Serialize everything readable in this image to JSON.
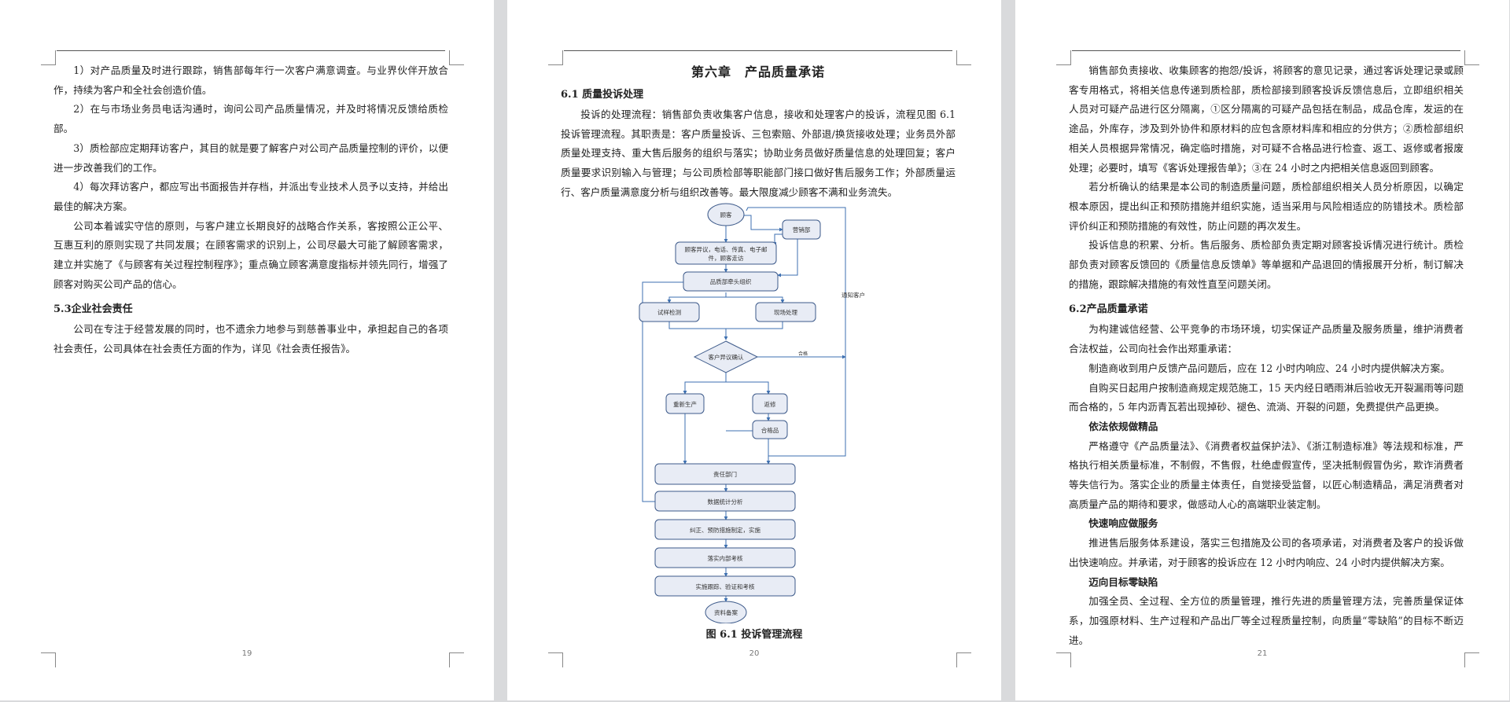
{
  "pages": [
    {
      "number": "19",
      "paragraphs": [
        "1）对产品质量及时进行跟踪，销售部每年行一次客户满意调查。与业界伙伴开放合作，持续为客户和全社会创造价值。",
        "2）在与市场业务员电话沟通时，询问公司产品质量情况，并及时将情况反馈给质检部。",
        "3）质检部应定期拜访客户，其目的就是要了解客户对公司产品质量控制的评价，以便进一步改善我们的工作。",
        "4）每次拜访客户，都应写出书面报告并存档，并派出专业技术人员予以支持，并给出最佳的解决方案。",
        "公司本着诚实守信的原则，与客户建立长期良好的战略合作关系，客按照公正公平、互惠互利的原则实现了共同发展；在顾客需求的识别上，公司尽最大可能了解顾客需求，建立并实施了《与顾客有关过程控制程序》；重点确立顾客满意度指标并领先同行，增强了顾客对购买公司产品的信心。"
      ],
      "section_title": "5.3企业社会责任",
      "section_paragraph": "公司在专注于经营发展的同时，也不遗余力地参与到慈善事业中，承担起自己的各项社会责任，公司具体在社会责任方面的作为，详见《社会责任报告》。"
    },
    {
      "number": "20",
      "chapter_title": "第六章　产品质量承诺",
      "section_title": "6.1 质量投诉处理",
      "paragraph": "投诉的处理流程：销售部负责收集客户信息，接收和处理客户的投诉，流程见图 6.1 投诉管理流程。其职责是：客户质量投诉、三包索赔、外部退/换货接收处理；业务员外部质量处理支持、重大售后服务的组织与落实；协助业务员做好质量信息的处理回复；客户质量要求识别输入与管理；与公司质检部等职能部门接口做好售后服务工作；外部质量运行、客户质量满意度分析与组织改善等。最大限度减少顾客不满和业务流失。",
      "flowchart": {
        "customer": "顾客",
        "sales": "营销部",
        "input": [
          "顾客异议，电话、传真、电子邮",
          "件，顾客走访"
        ],
        "lead": "品质部牵头组织",
        "test": "试样检测",
        "onsite": "现场处理",
        "confirm": "客户异议确认",
        "ok": "合格",
        "notify": "通知客户",
        "reproduce": "重新生产",
        "repair": "返修",
        "qualified": "合格品",
        "dept": "责任部门",
        "stats": "数据统计分析",
        "measures": "纠正、预防措施制定，实施",
        "internal": "落实内部考核",
        "track": "实施跟踪、验证和考核",
        "archive": "资料备案"
      },
      "figure_caption": "图 6.1 投诉管理流程"
    },
    {
      "number": "21",
      "paragraphs_a": [
        "销售部负责接收、收集顾客的抱怨/投诉，将顾客的意见记录，通过客诉处理记录或顾客专用格式，将相关信息传递到质检部，质检部接到顾客投诉反馈信息后，立即组织相关人员对可疑产品进行区分隔离，①区分隔离的可疑产品包括在制品，成品仓库，发运的在途品，外库存，涉及到外协件和原材料的应包含原材料库和相应的分供方；②质检部组织相关人员根据异常情况，确定临时措施，对可疑不合格品进行检查、返工、返修或者报废处理；必要时，填写《客诉处理报告单》；③在 24 小时之内把相关信息返回到顾客。",
        "若分析确认的结果是本公司的制造质量问题，质检部组织相关人员分析原因，以确定根本原因，提出纠正和预防措施并组织实施，适当采用与风险相适应的防错技术。质检部评价纠正和预防措施的有效性，防止问题的再次发生。",
        "投诉信息的积累、分析。售后服务、质检部负责定期对顾客投诉情况进行统计。质检部负责对顾客反馈回的《质量信息反馈单》等单据和产品退回的情报展开分析，制订解决的措施，跟踪解决措施的有效性直至问题关闭。"
      ],
      "section_title": "6.2产品质量承诺",
      "paragraphs_b": [
        "为构建诚信经营、公平竞争的市场环境，切实保证产品质量及服务质量，维护消费者合法权益，公司向社会作出郑重承诺：",
        "制造商收到用户反馈产品问题后，应在 12 小时内响应、24 小时内提供解决方案。",
        "自购买日起用户按制造商规定规范施工，15 天内经日晒雨淋后验收无开裂漏雨等问题而合格的，5 年内沥青瓦若出现掉砂、褪色、流淌、开裂的问题，免费提供产品更换。"
      ],
      "sub1": "依法依规做精品",
      "sub1_text": "严格遵守《产品质量法》、《消费者权益保护法》、《浙江制造标准》等法规和标准，严格执行相关质量标准，不制假，不售假，杜绝虚假宣传，坚决抵制假冒伪劣，欺诈消费者等失信行为。落实企业的质量主体责任，自觉接受监督，以匠心制造精品，满足消费者对高质量产品的期待和要求，做感动人心的高端职业装定制。",
      "sub2": "快速响应做服务",
      "sub2_text": "推进售后服务体系建设，落实三包措施及公司的各项承诺，对消费者及客户的投诉做出快速响应。并承诺，对于顾客的投诉应在 12 小时内响应、24 小时内提供解决方案。",
      "sub3": "迈向目标零缺陷",
      "sub3_text": "加强全员、全过程、全方位的质量管理，推行先进的质量管理方法，完善质量保证体系，加强原材料、生产过程和产品出厂等全过程质量控制，向质量“零缺陷”的目标不断迈进。"
    }
  ]
}
